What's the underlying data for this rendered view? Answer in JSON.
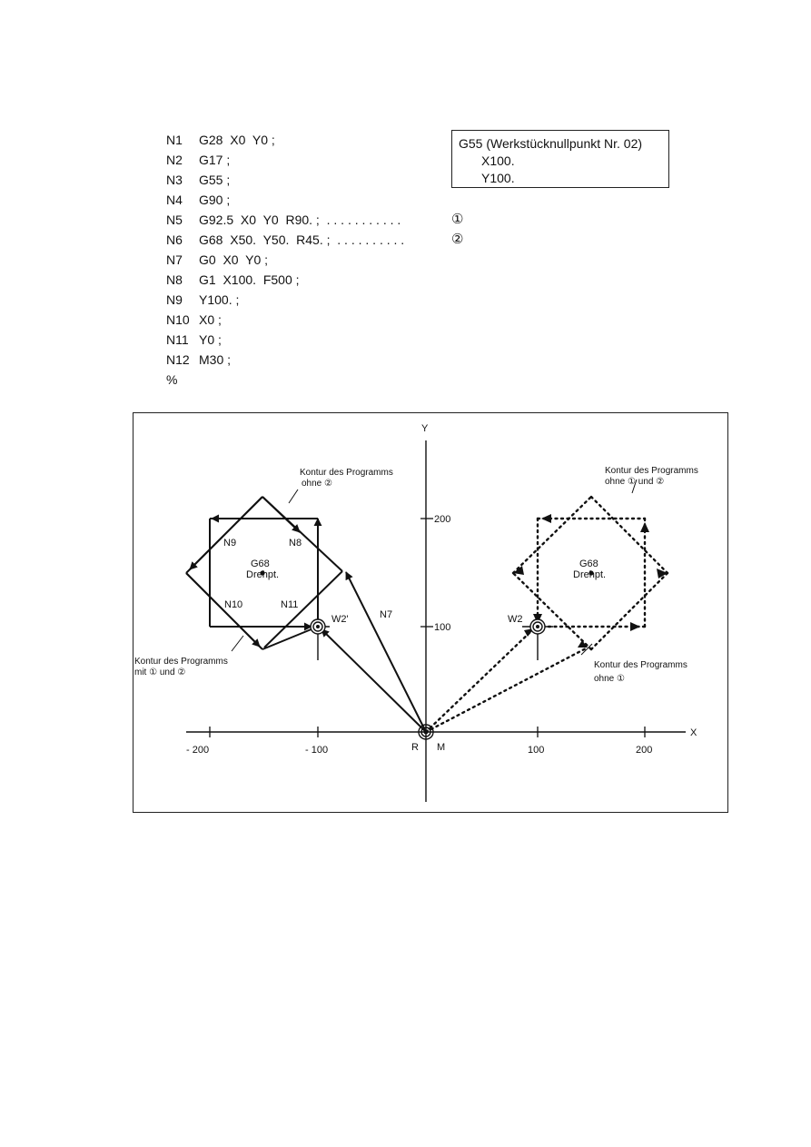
{
  "program": {
    "lines": [
      {
        "num": "N1",
        "code": "G28  X0  Y0 ;"
      },
      {
        "num": "N2",
        "code": "G17 ;"
      },
      {
        "num": "N3",
        "code": "G55 ;"
      },
      {
        "num": "N4",
        "code": "G90 ;"
      },
      {
        "num": "N5",
        "code": "G92.5  X0  Y0  R90. ;  . . . . . . . . . . ."
      },
      {
        "num": "N6",
        "code": "G68  X50.  Y50.  R45. ;  . . . . . . . . . ."
      },
      {
        "num": "N7",
        "code": "G0  X0  Y0 ;"
      },
      {
        "num": "N8",
        "code": "G1  X100.  F500 ;"
      },
      {
        "num": "N9",
        "code": "Y100. ;"
      },
      {
        "num": "N10",
        "code": "X0 ;"
      },
      {
        "num": "N11",
        "code": "Y0 ;"
      },
      {
        "num": "N12",
        "code": "M30 ;"
      }
    ],
    "end": "%",
    "note1": "①",
    "note2": "②"
  },
  "offset_box": {
    "line1": "G55 (Werkstücknullpunkt Nr. 02)",
    "line2": "X100.",
    "line3": "Y100."
  },
  "diagram": {
    "axis_x_label": "X",
    "axis_y_label": "Y",
    "x_ticks": [
      "- 200",
      "- 100",
      "100",
      "200"
    ],
    "y_ticks": [
      "200",
      "100"
    ],
    "origin_r": "R",
    "origin_m": "M",
    "left": {
      "label_g68": "G68",
      "label_drehpt": "Drehpt.",
      "label_n9": "N9",
      "label_n8": "N8",
      "label_n10": "N10",
      "label_n11": "N11",
      "label_n7": "N7",
      "label_w2p": "W2'",
      "caption_top_1": "Kontur des Programms",
      "caption_top_2": "ohne ②",
      "caption_bottom_1": "Kontur des Programms",
      "caption_bottom_2": "mit ① und ②"
    },
    "right": {
      "label_g68": "G68",
      "label_drehpt": "Drehpt.",
      "label_w2": "W2",
      "caption_top_1": "Kontur des Programms",
      "caption_top_2": "ohne ① und ②",
      "caption_bottom_1": "Kontur des Programms",
      "caption_bottom_2": "ohne ①"
    }
  }
}
